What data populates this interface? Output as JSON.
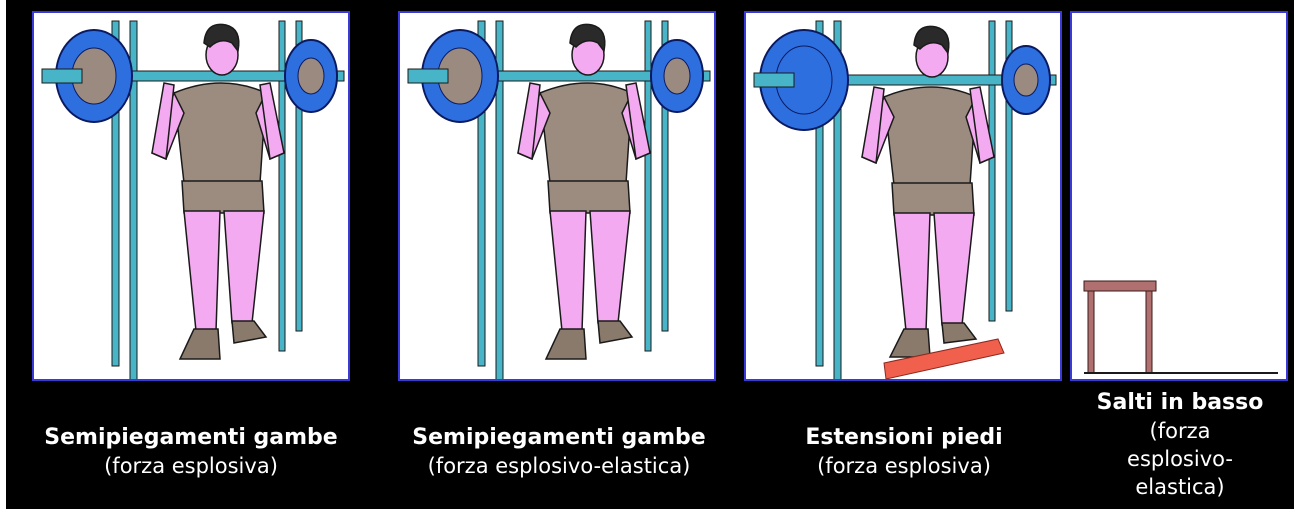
{
  "exercises": [
    {
      "title": "Semipiegamenti gambe",
      "subtitle": "(forza esplosiva)",
      "illustration": "barbell-squat-figure"
    },
    {
      "title": "Semipiegamenti gambe",
      "subtitle": "(forza esplosivo-elastica)",
      "illustration": "barbell-squat-figure"
    },
    {
      "title": "Estensioni piedi",
      "subtitle": "(forza esplosiva)",
      "illustration": "barbell-calf-raise-figure"
    },
    {
      "title": "Salti in basso",
      "subtitle_lines": [
        "(forza",
        "esplosivo-",
        "elastica)"
      ],
      "illustration": "box-drop-jump"
    }
  ],
  "colors": {
    "background": "#000000",
    "frame_border": "#3a3ad8",
    "plate": "#2e6fe0",
    "rack": "#48b4c8",
    "shirt": "#9c8c80",
    "skin": "#f4aaf0",
    "shoe": "#8a7a6c",
    "step": "#f0604c",
    "box": "#b07070",
    "caption_text": "#ffffff"
  }
}
